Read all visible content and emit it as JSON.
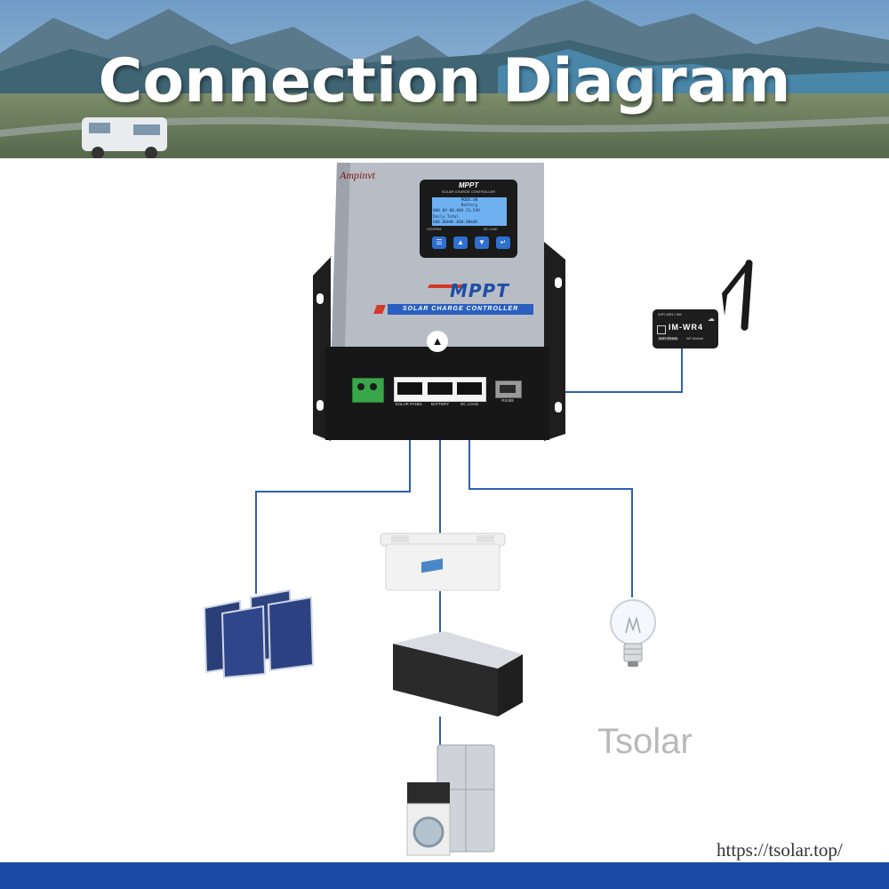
{
  "banner": {
    "title": "Connection Diagram"
  },
  "controller": {
    "brand": "Ampinvt",
    "screen_header": "MPPT",
    "screen_subheader": "SOLAR CHARGE CONTROLLER",
    "lcd_lines": [
      "MODE:ON",
      "Battery",
      "000.0V 00.00A 21.54V",
      "Daily     Total",
      "000.00kWh 000.00kWh"
    ],
    "button_label_left": "CONFIRM",
    "button_label_right": "DC LOAD",
    "logo_text": "MPPT",
    "band_text": "SOLAR CHARGE CONTROLLER",
    "terminal_labels": [
      "SOLAR PANEL",
      "BATTERY",
      "DC LOAD"
    ],
    "port_label": "RS485"
  },
  "wifi_module": {
    "model": "IM-WR4",
    "top_labels": "WIFI WR4 LINK",
    "bottom_labels": [
      "WIFI RS485",
      "WF Module"
    ]
  },
  "watermark": "Tsolar",
  "url": "https://tsolar.top/",
  "colors": {
    "wire": "#2d5fb4",
    "footer": "#1a4aa6",
    "controller_face": "#b8bcc4",
    "lcd": "#6fb0f0"
  }
}
